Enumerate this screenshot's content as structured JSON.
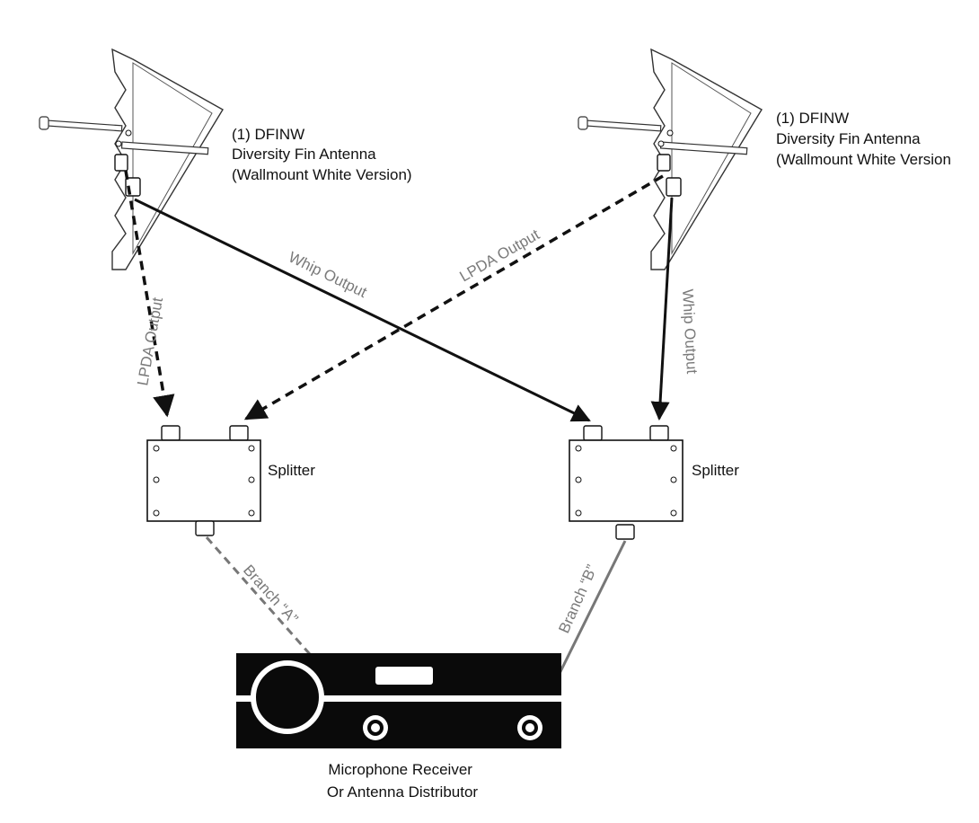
{
  "antennas": [
    {
      "id": "left",
      "label_lines": [
        "(1) DFINW",
        "Diversity Fin Antenna",
        "(Wallmount White Version)"
      ]
    },
    {
      "id": "right",
      "label_lines": [
        "(1) DFINW",
        "Diversity Fin Antenna",
        "(Wallmount White Version"
      ]
    }
  ],
  "splitters": [
    {
      "id": "left",
      "label": "Splitter"
    },
    {
      "id": "right",
      "label": "Splitter"
    }
  ],
  "cables": {
    "left_lpda": {
      "label": "LPDA Output",
      "style": "dashed"
    },
    "left_whip": {
      "label": "Whip Output",
      "style": "solid"
    },
    "right_lpda": {
      "label": "LPDA Output",
      "style": "dashed"
    },
    "right_whip": {
      "label": "Whip Output",
      "style": "solid"
    },
    "branch_a": {
      "label": "Branch “A”",
      "style": "dashed-gray"
    },
    "branch_b": {
      "label": "Branch “B”",
      "style": "solid-gray"
    }
  },
  "receiver": {
    "label_lines": [
      "Microphone Receiver",
      "Or Antenna Distributor"
    ]
  },
  "colors": {
    "cable_black": "#111111",
    "cable_gray": "#777777",
    "label_gray": "#7a7a7a",
    "receiver_body": "#0a0a0a"
  }
}
